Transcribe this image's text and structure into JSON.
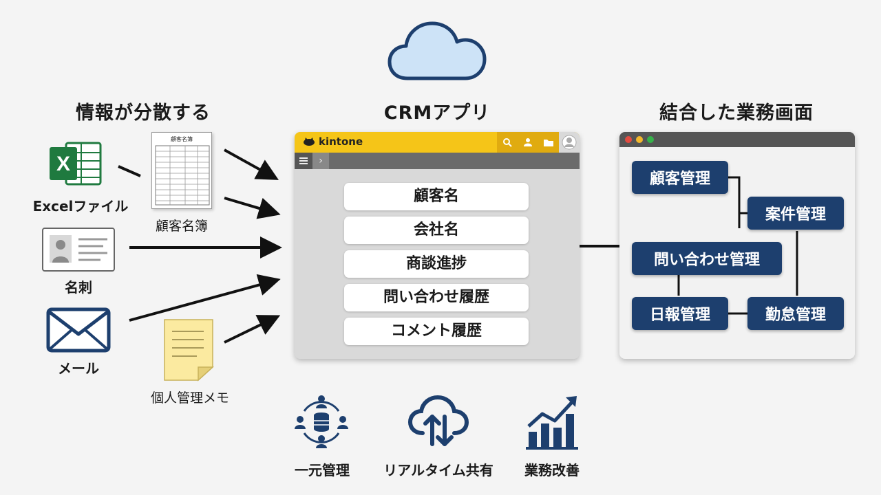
{
  "headings": {
    "left": "情報が分散する",
    "center": "CRMアプリ",
    "right": "結合した業務画面"
  },
  "sources": {
    "excel": "Excelファイル",
    "customer_list": "顧客名簿",
    "customer_list_sheet_title": "顧客名簿",
    "business_card": "名刺",
    "mail": "メール",
    "memo": "個人管理メモ"
  },
  "crm_app": {
    "brand": "kintone",
    "fields": [
      "顧客名",
      "会社名",
      "商談進捗",
      "問い合わせ履歴",
      "コメント履歴"
    ]
  },
  "business_screen": {
    "modules": {
      "customer": "顧客管理",
      "case": "案件管理",
      "inquiry": "問い合わせ管理",
      "daily_report": "日報管理",
      "attendance": "勤怠管理"
    }
  },
  "features": [
    "一元管理",
    "リアルタイム共有",
    "業務改善"
  ],
  "colors": {
    "navy": "#1d3f6e",
    "kintone_yellow": "#f5c518",
    "excel_green": "#1f7a3f",
    "cloud_blue": "#cde3f7"
  }
}
